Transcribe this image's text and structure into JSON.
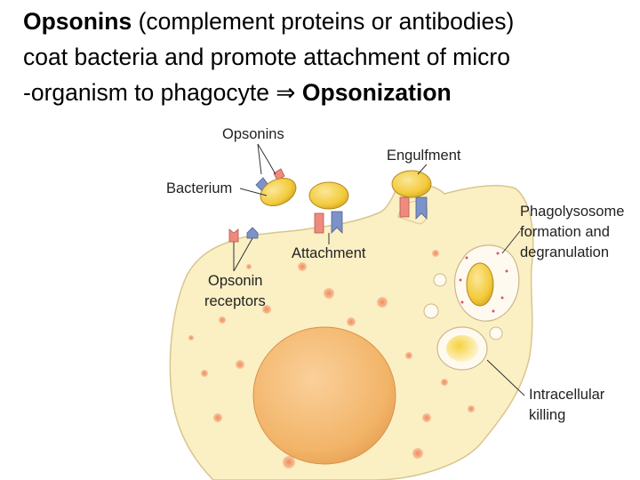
{
  "caption": {
    "term": "Opsonins",
    "line1_rest": " (complement proteins or antibodies)",
    "line2": "coat bacteria and promote attachment of micro",
    "line3": "-organism to phagocyte ",
    "arrow": "⇒",
    "result": "Opsonization"
  },
  "labels": {
    "opsonins": "Opsonins",
    "bacterium": "Bacterium",
    "engulfment": "Engulfment",
    "phagolysosome": [
      "Phagolysosome",
      "formation and",
      "degranulation"
    ],
    "attachment": "Attachment",
    "opsonin_receptors": [
      "Opsonin",
      "receptors"
    ],
    "intracellular_killing": [
      "Intracellular",
      "killing"
    ]
  },
  "colors": {
    "cell_fill": "#fbefc4",
    "cell_stroke": "#d9c58e",
    "nucleus": "#f2b468",
    "bacterium": "#f3cb3c",
    "opsonin": "#ef8a7e",
    "receptor": "#7c92c8",
    "granule": "#ef9c6a"
  }
}
